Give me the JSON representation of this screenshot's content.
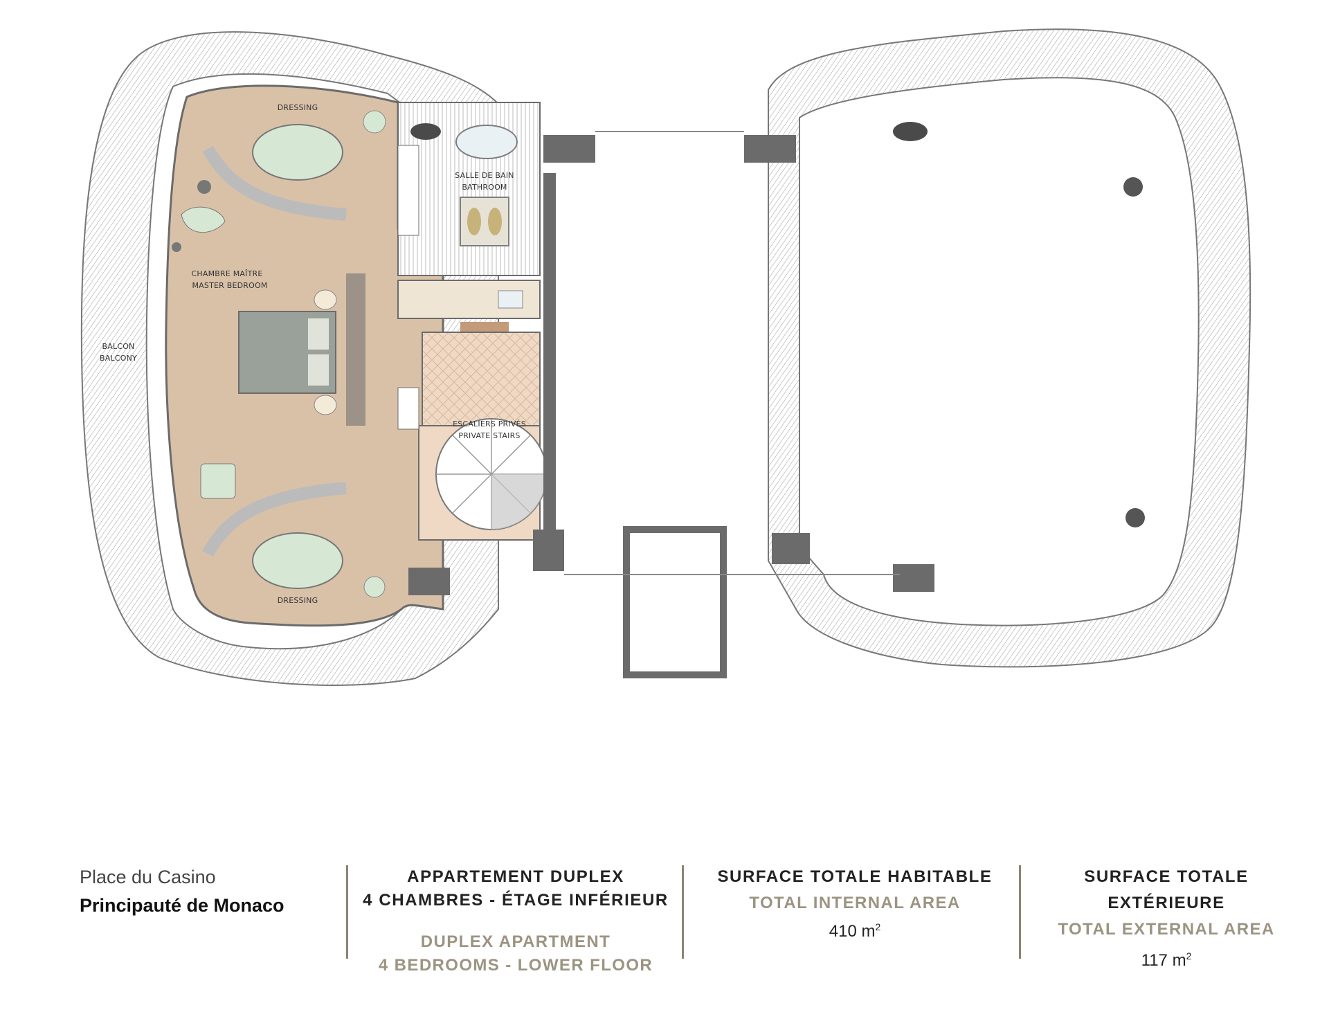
{
  "plan": {
    "rooms": {
      "dressing_top": "DRESSING",
      "dressing_bottom": "DRESSING",
      "bathroom_fr": "SALLE DE BAIN",
      "bathroom_en": "BATHROOM",
      "master_fr": "CHAMBRE MAÎTRE",
      "master_en": "MASTER BEDROOM",
      "balcony_fr": "BALCON",
      "balcony_en": "BALCONY",
      "stairs_fr": "ESCALIERS PRIVÉS",
      "stairs_en": "PRIVATE STAIRS"
    },
    "colors": {
      "apartment_fill": "#d9c1a8",
      "furniture_green": "#d6e8d3",
      "wall_dark": "#6b6b6b",
      "terrace_line": "#8a8a8a",
      "parquet": "#e8cfb8"
    }
  },
  "footer": {
    "location_line1": "Place du Casino",
    "location_line2": "Principauté de Monaco",
    "apartment_fr_1": "APPARTEMENT DUPLEX",
    "apartment_fr_2": "4 CHAMBRES - ÉTAGE INFÉRIEUR",
    "apartment_en_1": "DUPLEX APARTMENT",
    "apartment_en_2": "4 BEDROOMS - LOWER FLOOR",
    "internal_fr": "SURFACE TOTALE HABITABLE",
    "internal_en": "TOTAL INTERNAL AREA",
    "internal_value": "410 m",
    "internal_unit_sup": "2",
    "external_fr_1": "SURFACE TOTALE",
    "external_fr_2": "EXTÉRIEURE",
    "external_en": "TOTAL EXTERNAL AREA",
    "external_value": "117 m",
    "external_unit_sup": "2"
  }
}
